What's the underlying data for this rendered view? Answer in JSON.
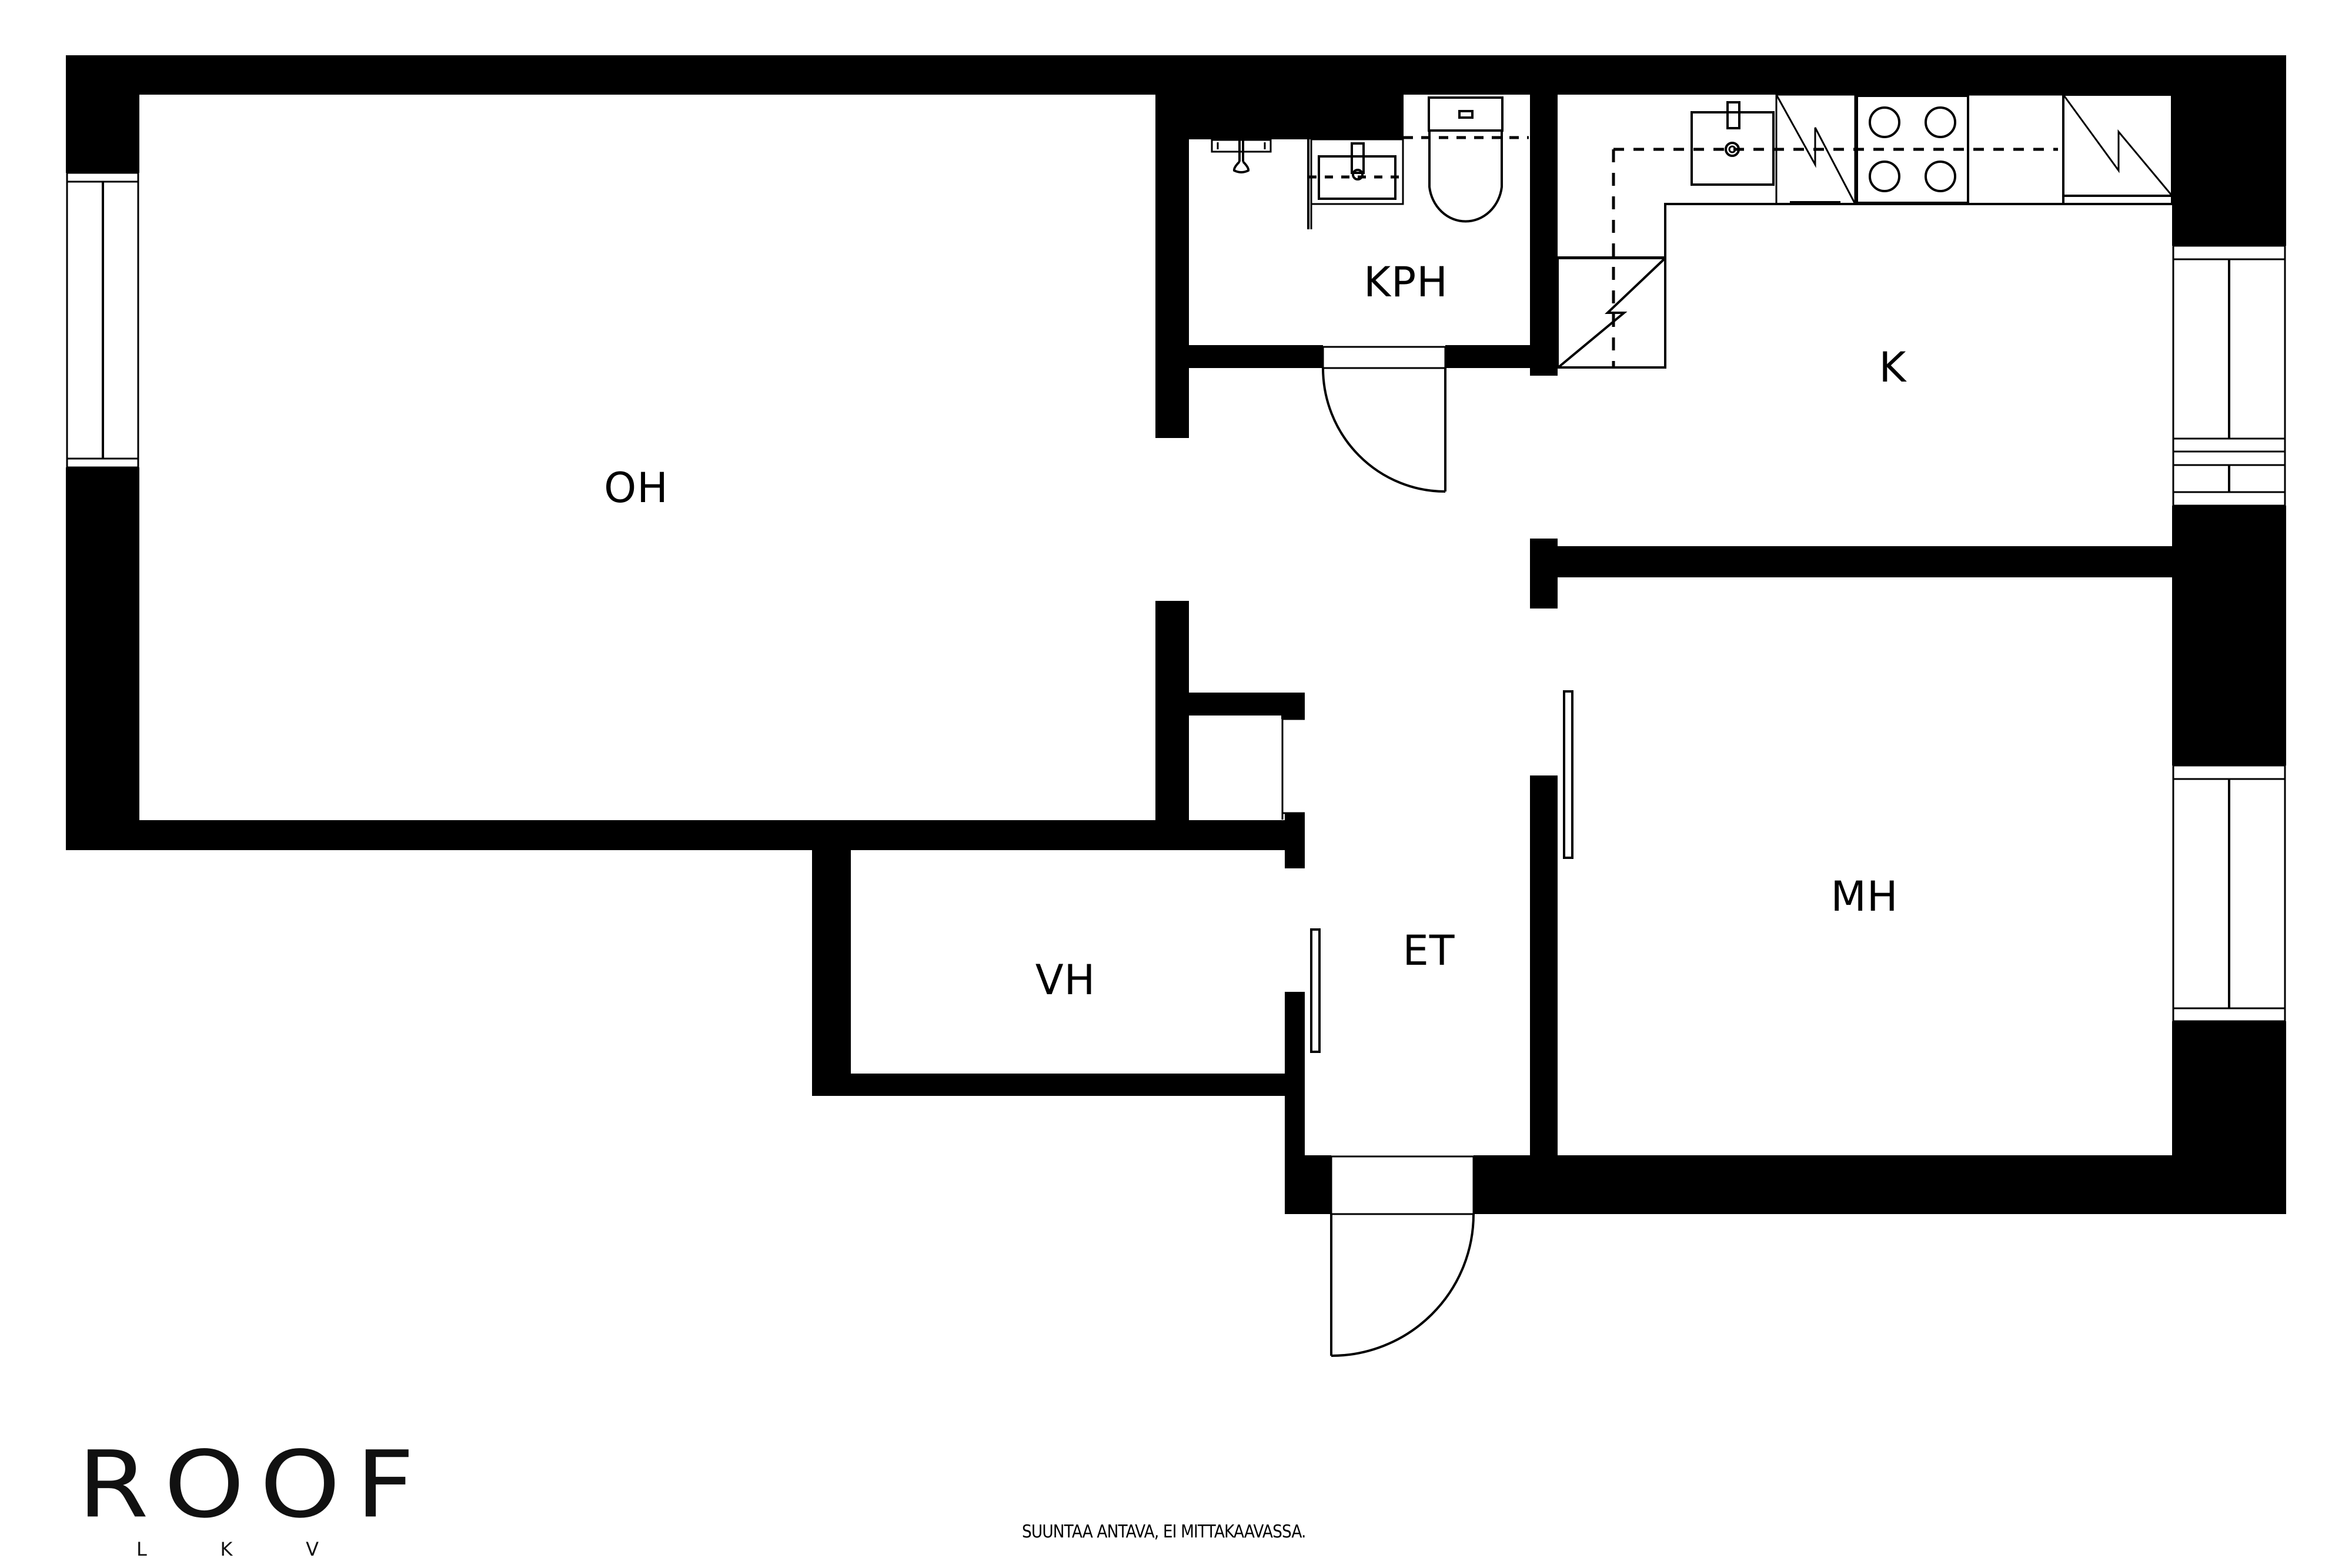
{
  "rooms": {
    "oh": "OH",
    "kph": "KPH",
    "k": "K",
    "et": "ET",
    "mh": "MH",
    "vh": "VH"
  },
  "brand": {
    "name": "ROOF",
    "sub": [
      "L",
      "K",
      "V"
    ]
  },
  "disclaimer": "SUUNTAA ANTAVA, EI MITTAKAAVASSA.",
  "colors": {
    "wall": "#000000",
    "floor": "#ffffff"
  }
}
